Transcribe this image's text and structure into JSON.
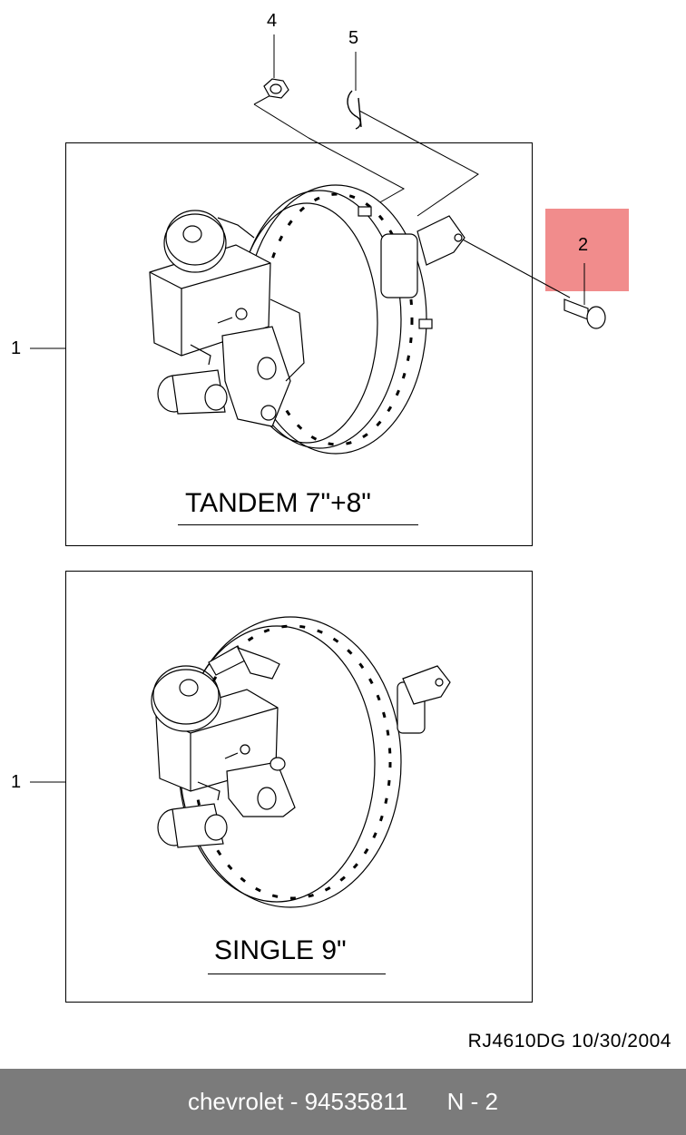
{
  "callouts": {
    "part1_top": "1",
    "part1_bottom": "1",
    "part2": "2",
    "part4": "4",
    "part5": "5"
  },
  "captions": {
    "top": "TANDEM 7\"+8\"",
    "bottom": "SINGLE 9\""
  },
  "reference": "RJ4610DG  10/30/2004",
  "footer": {
    "brand": "chevrolet",
    "part_number": "94535811",
    "page": "N - 2"
  },
  "colors": {
    "highlight": "#f08080",
    "footer_bg": "#7b7b7b",
    "footer_text": "#ffffff"
  },
  "icons": {
    "nut": "hex-nut-icon",
    "clip": "retaining-clip-icon",
    "pin": "clevis-pin-icon"
  }
}
